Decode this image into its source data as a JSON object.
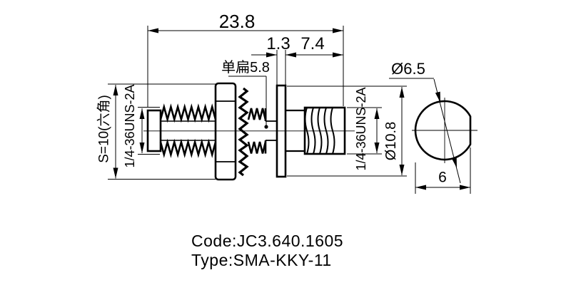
{
  "drawing": {
    "dimensions": {
      "overall_length": "23.8",
      "panel_thickness": "1.3",
      "right_section_length": "7.4",
      "single_flat": "单扁5.8",
      "hex_size": "S=10(六角)",
      "left_thread": "1/4-36UNS-2A",
      "right_thread": "1/4-36UNS-2A",
      "flange_diameter": "Ø10.8",
      "end_diameter": "Ø6.5",
      "flat_width": "6"
    },
    "notes": {
      "code": "Code:JC3.640.1605",
      "type": "Type:SMA-KKY-11"
    },
    "colors": {
      "line": "#000000",
      "background": "#ffffff"
    }
  }
}
